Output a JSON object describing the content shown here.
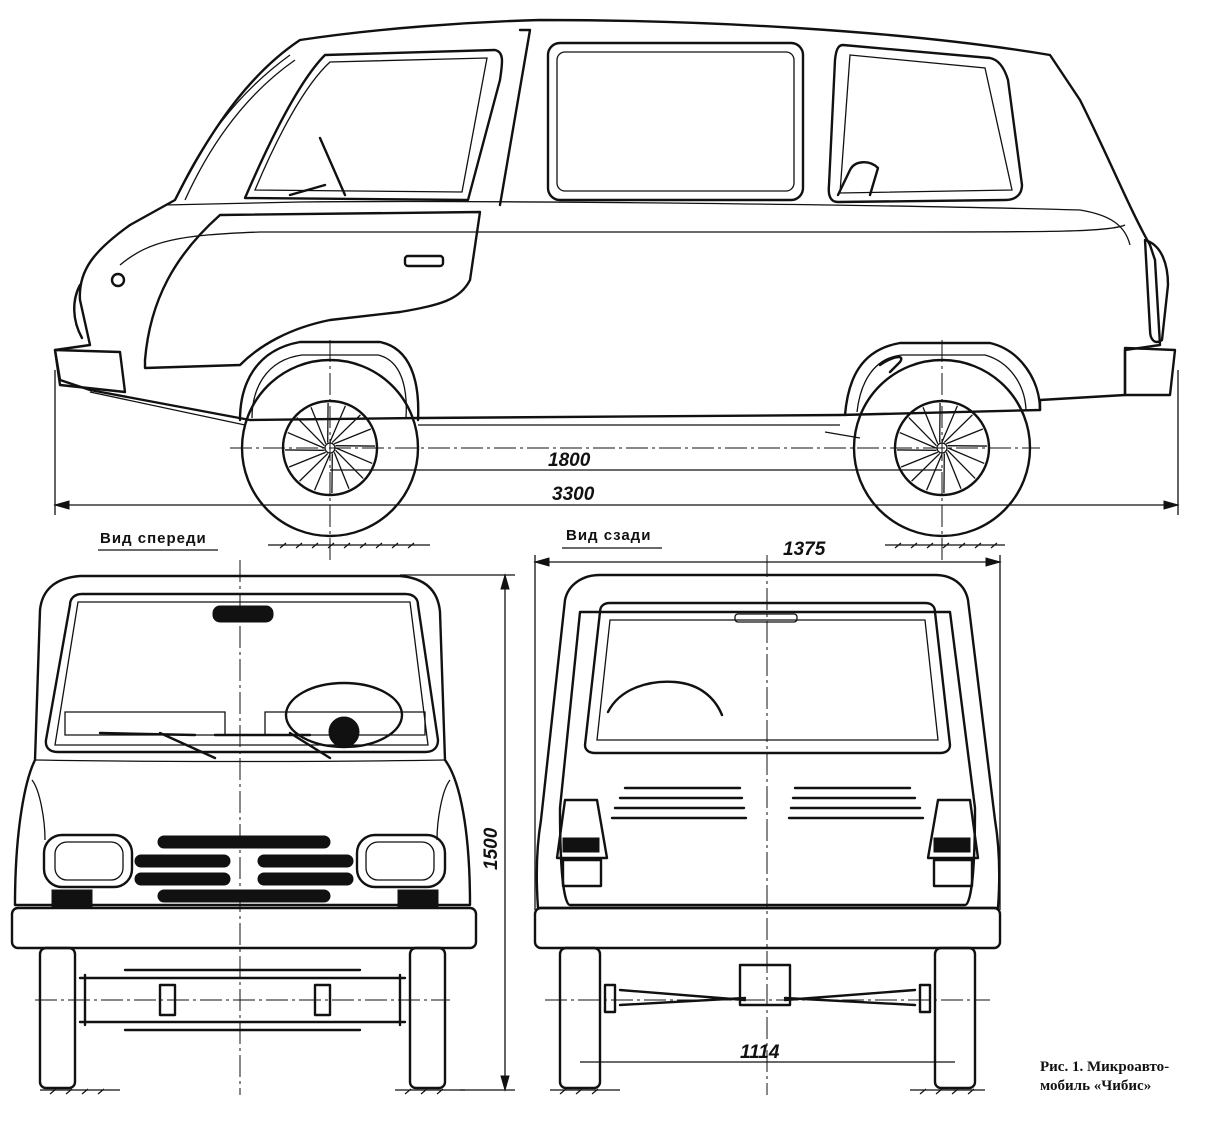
{
  "dimensions": {
    "wheelbase": "1800",
    "length": "3300",
    "rear_width": "1375",
    "height": "1500",
    "rear_track": "1114"
  },
  "views": {
    "front": "Вид спереди",
    "rear": "Вид сзади"
  },
  "caption": {
    "line1": "Рис. 1. Микроавто-",
    "line2": "мобиль «Чибис»"
  }
}
